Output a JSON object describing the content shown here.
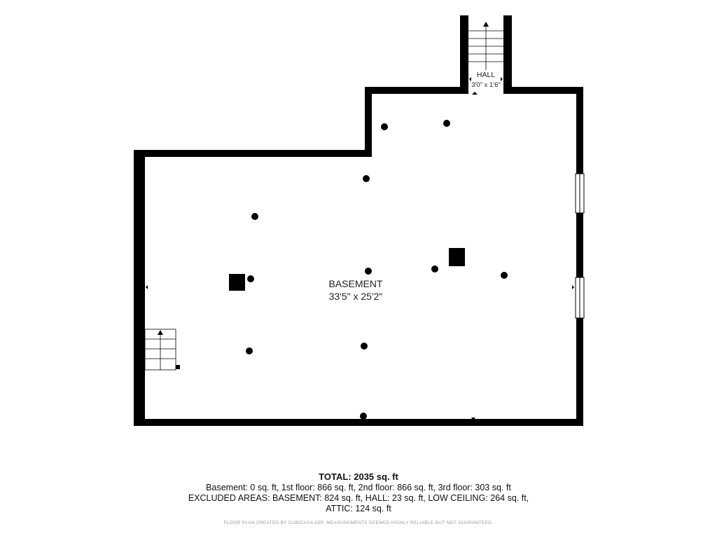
{
  "rooms": {
    "basement": {
      "name": "BASEMENT",
      "dimensions": "33'5\" x 25'2\""
    },
    "hall": {
      "name": "HALL",
      "dimensions": "3'0\" x 1'6\""
    }
  },
  "summary": {
    "total": "TOTAL: 2035 sq. ft",
    "floors": "Basement: 0 sq. ft, 1st floor: 866 sq. ft, 2nd floor: 866 sq. ft, 3rd floor: 303 sq. ft",
    "excluded_line1": "EXCLUDED AREAS: BASEMENT: 824 sq. ft, HALL: 23 sq. ft, LOW CEILING: 264 sq. ft,",
    "excluded_line2": "ATTIC: 124 sq. ft"
  },
  "disclaimer": "FLOOR PLAN CREATED BY CUBICASA APP. MEASUREMENTS DEEMED HIGHLY RELIABLE BUT NOT GUARANTEED.",
  "colors": {
    "wall": "#000000",
    "background": "#ffffff",
    "disclaimer": "#9a9a9a"
  }
}
